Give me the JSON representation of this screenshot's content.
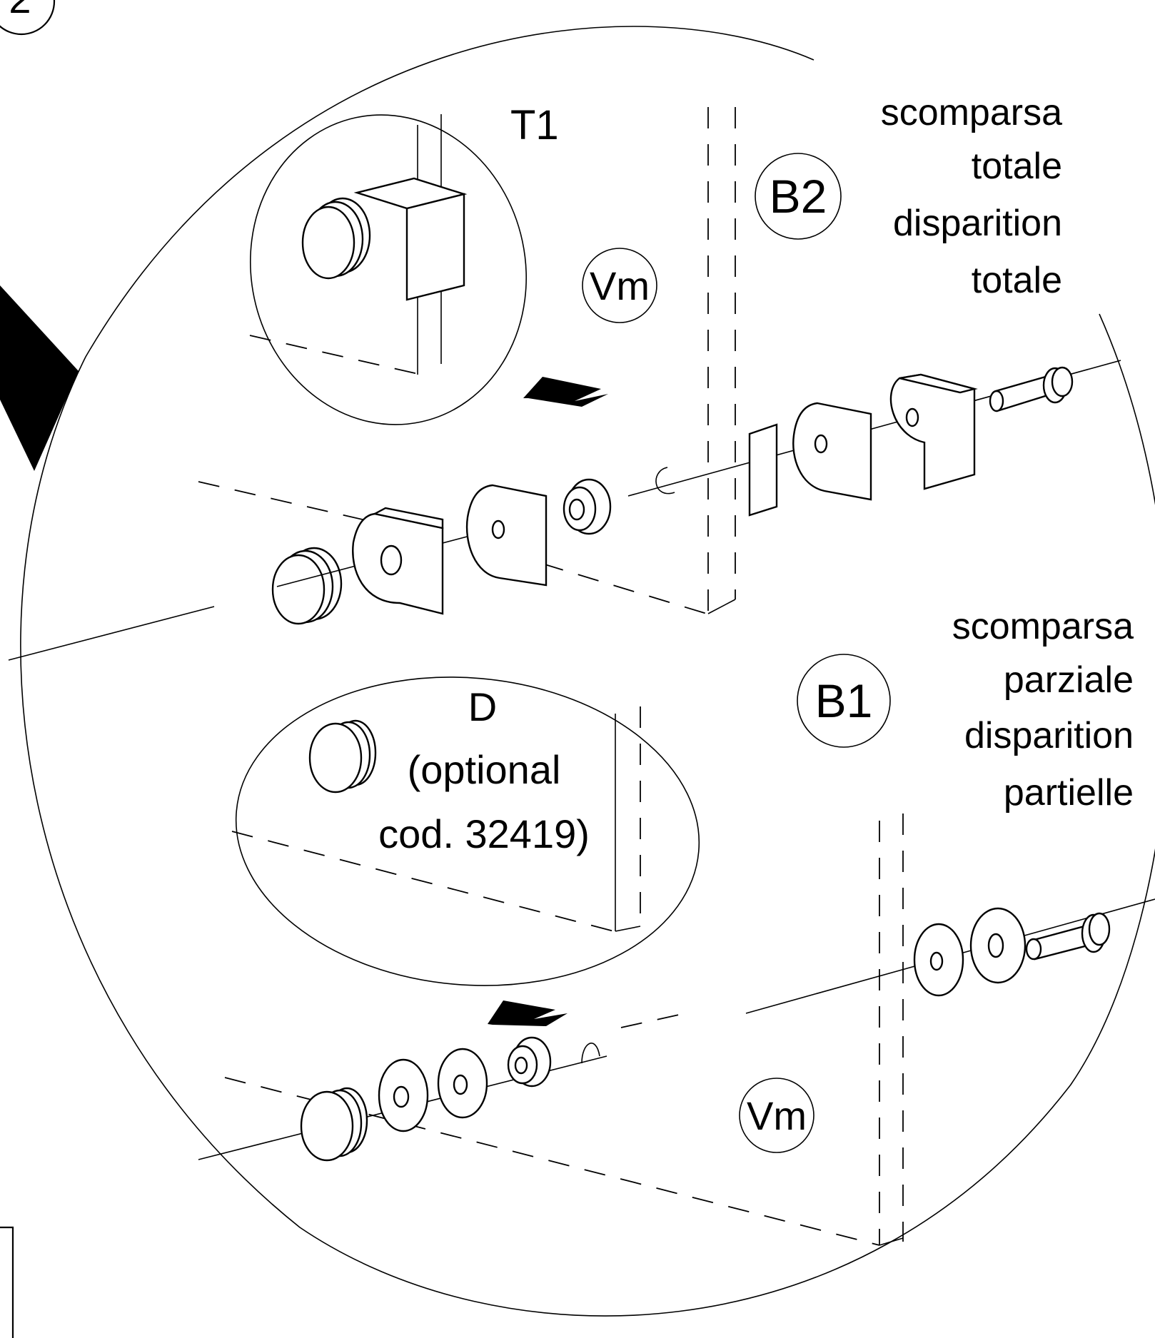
{
  "step_number": "2",
  "labels": {
    "t1": "T1",
    "vm_top": "Vm",
    "vm_bottom": "Vm",
    "b2": "B2",
    "b1": "B1",
    "d": "D"
  },
  "captions": {
    "b2": [
      "scomparsa",
      "totale",
      "disparition",
      "totale"
    ],
    "b1": [
      "scomparsa",
      "parziale",
      "disparition",
      "partielle"
    ],
    "d": [
      "(optional",
      "cod. 32419)"
    ]
  }
}
